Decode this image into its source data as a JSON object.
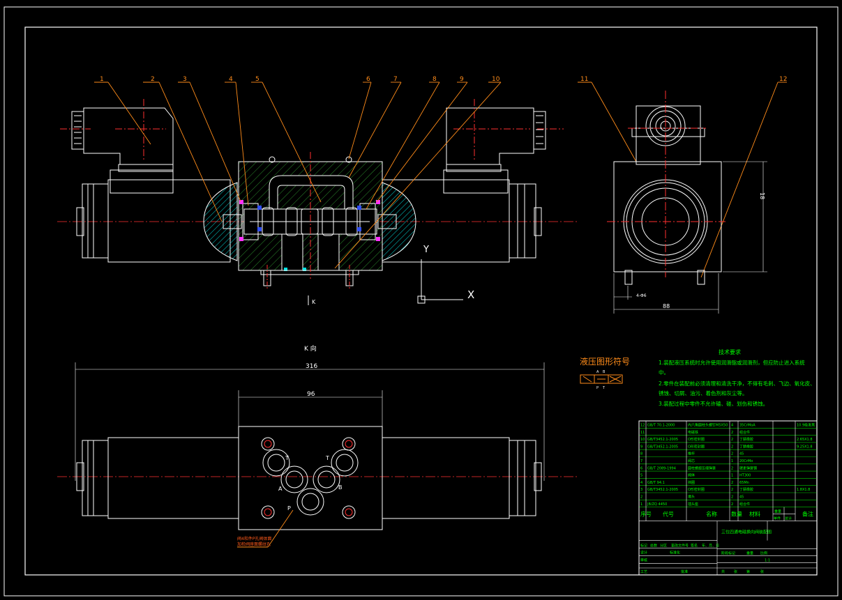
{
  "colors": {
    "background": "#000000",
    "outline": "#ffffff",
    "centerline": "#ff3030",
    "leader": "#ff8c1a",
    "annotation": "#00ff00",
    "hatch": "#00e5e5",
    "body_hatch": "#33cc33",
    "dimension": "#ffffff",
    "symbol_title": "#ff8c1a",
    "seal_blue": "#3050ff",
    "seal_magenta": "#ff30ff"
  },
  "part_balloons": [
    "1",
    "2",
    "3",
    "4",
    "5",
    "6",
    "7",
    "8",
    "9",
    "10",
    "11",
    "12"
  ],
  "view_labels": {
    "direction_mark": "K",
    "view_k": "K 向",
    "axis_x": "X",
    "axis_y": "Y"
  },
  "dimensions": {
    "overall_length": "316",
    "body_width": "96",
    "side_height": "18",
    "side_width": "88",
    "mount_offset": "4-Φ6"
  },
  "ports": [
    "T",
    "T",
    "A",
    "B",
    "P"
  ],
  "port_note": [
    "阀4和件P孔阀体面",
    "加检阀座面螺纹孔"
  ],
  "hydraulic_symbol": {
    "title": "液压图形符号",
    "top_labels": [
      "A",
      "B"
    ],
    "bottom_labels": [
      "P",
      "T"
    ]
  },
  "technical_requirements": {
    "title": "技术要求",
    "items": [
      "1.装配液压系统时允许使用润滑脂或润滑剂，但应防止进入系统",
      "中。",
      "2.零件在装配前必须清理和清洗干净，不得有毛刺、飞边、氧化皮、",
      "锈蚀、切屑、油污、着色剂和灰尘等。",
      "3.装配过程中零件不允许磕、碰、划伤和锈蚀。"
    ]
  },
  "title_block": {
    "parts_header": [
      "序号",
      "代号",
      "名称",
      "数量",
      "材料",
      "单件",
      "总计",
      "备注"
    ],
    "weight_header": "重量",
    "drawing_title": "三位四通电磁换向阀装配图",
    "rows": [
      {
        "no": "12",
        "code": "GB/T 70.1-2000",
        "name": "内六角圆柱头螺钉M5X50",
        "qty": "4",
        "mat": "35CrMoA",
        "note": "10.9级发黑"
      },
      {
        "no": "11",
        "code": "",
        "name": "电磁铁",
        "qty": "2",
        "mat": "组合件",
        "note": ""
      },
      {
        "no": "10",
        "code": "GB/T3452.1-2005",
        "name": "O形密封圈",
        "qty": "2",
        "mat": "丁腈橡胶",
        "note": "2.65X1.8"
      },
      {
        "no": "9",
        "code": "GB/T3452.1-2005",
        "name": "O形密封圈",
        "qty": "2",
        "mat": "丁腈橡胶",
        "note": "9.25X1.8"
      },
      {
        "no": "8",
        "code": "",
        "name": "推杆",
        "qty": "2",
        "mat": "45",
        "note": ""
      },
      {
        "no": "7",
        "code": "",
        "name": "阀芯",
        "qty": "1",
        "mat": "20CrMo",
        "note": ""
      },
      {
        "no": "6",
        "code": "GB/T 2089-1994",
        "name": "圆柱螺旋压缩弹簧",
        "qty": "2",
        "mat": "碳素弹簧钢",
        "note": ""
      },
      {
        "no": "5",
        "code": "",
        "name": "阀体",
        "qty": "1",
        "mat": "HT300",
        "note": ""
      },
      {
        "no": "4",
        "code": "GB/T 94.1",
        "name": "挡圈",
        "qty": "2",
        "mat": "65Mn",
        "note": ""
      },
      {
        "no": "3",
        "code": "GB/T3452.1-2005",
        "name": "O形密封圈",
        "qty": "2",
        "mat": "丁腈橡胶",
        "note": "1.8X1.8"
      },
      {
        "no": "2",
        "code": "",
        "name": "堵头",
        "qty": "2",
        "mat": "45",
        "note": ""
      },
      {
        "no": "1",
        "code": "JB/ZQ 4450",
        "name": "插头座",
        "qty": "2",
        "mat": "组合件",
        "note": ""
      }
    ],
    "sign_row": [
      "标记",
      "处数",
      "分区",
      "更改文件号",
      "签名",
      "年、月、日"
    ],
    "design_row": [
      "设计",
      "",
      "标准化",
      ""
    ],
    "check_row": [
      "审核",
      "",
      "",
      ""
    ],
    "process_row": [
      "工艺",
      "",
      "批准",
      ""
    ],
    "stage_labels": [
      "阶段标记",
      "重量",
      "比例"
    ],
    "scale": "1:1",
    "sheet_row": [
      "共",
      "张",
      "第",
      "张"
    ]
  }
}
